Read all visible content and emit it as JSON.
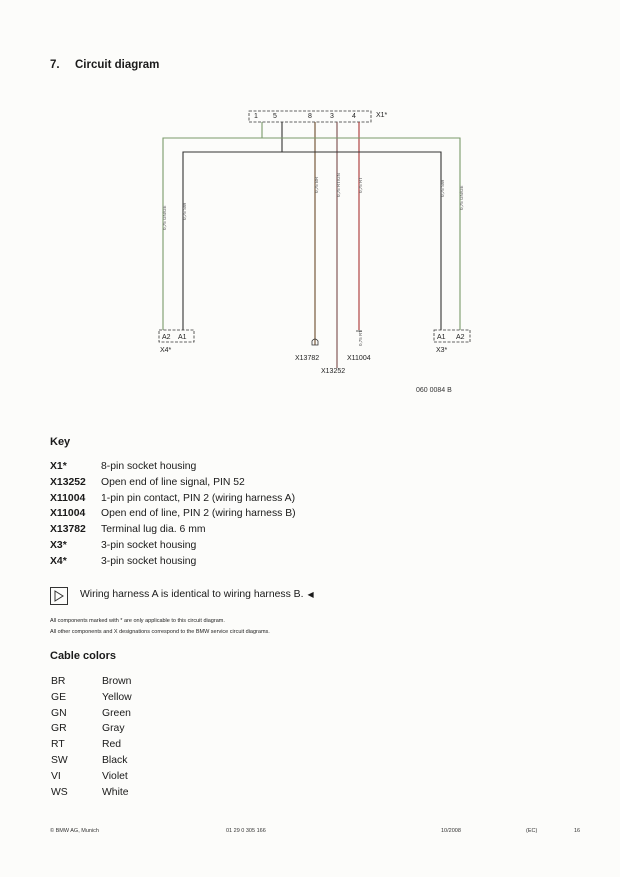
{
  "section": {
    "number": "7.",
    "title": "Circuit diagram"
  },
  "diagram": {
    "connectors": {
      "x1": "X1*",
      "x3": "X3*",
      "x4": "X4*",
      "x13782": "X13782",
      "x11004": "X11004",
      "x13252": "X13252"
    },
    "pins_x1": [
      "1",
      "5",
      "8",
      "3",
      "4"
    ],
    "pins_x4": [
      "A2",
      "A1"
    ],
    "pins_x3": [
      "A1",
      "A2"
    ],
    "wire_labels": [
      "0,75 GN/GE",
      "0,75 SW",
      "0,75 BR",
      "0,75 RT/GN",
      "0,75 RT",
      "0,75 SW",
      "0,75 GN/GE",
      "0,75 RT"
    ],
    "figure_number": "060 0084 B"
  },
  "key": {
    "heading": "Key",
    "items": [
      {
        "code": "X1*",
        "desc": "8-pin socket housing"
      },
      {
        "code": "X13252",
        "desc": "Open end of line signal, PIN 52"
      },
      {
        "code": "X11004",
        "desc": "1-pin pin contact, PIN 2 (wiring harness A)"
      },
      {
        "code": "X11004",
        "desc": "Open end of line, PIN 2 (wiring harness B)"
      },
      {
        "code": "X13782",
        "desc": "Terminal lug dia. 6 mm"
      },
      {
        "code": "X3*",
        "desc": "3-pin socket housing"
      },
      {
        "code": "X4*",
        "desc": "3-pin socket housing"
      }
    ]
  },
  "note": {
    "text": "Wiring harness A is identical to wiring harness B."
  },
  "fine_print": [
    "All components marked with * are only applicable to this circuit diagram.",
    "All other components and X designations correspond to the BMW service circuit diagrams."
  ],
  "cable_colors": {
    "heading": "Cable colors",
    "items": [
      {
        "code": "BR",
        "name": "Brown"
      },
      {
        "code": "GE",
        "name": "Yellow"
      },
      {
        "code": "GN",
        "name": "Green"
      },
      {
        "code": "GR",
        "name": "Gray"
      },
      {
        "code": "RT",
        "name": "Red"
      },
      {
        "code": "SW",
        "name": "Black"
      },
      {
        "code": "VI",
        "name": "Violet"
      },
      {
        "code": "WS",
        "name": "White"
      }
    ]
  },
  "footer": {
    "copyright": "© BMW AG, Munich",
    "part_number": "01 29 0 305 166",
    "date": "10/2008",
    "edition": "(EC)",
    "page": "16"
  }
}
